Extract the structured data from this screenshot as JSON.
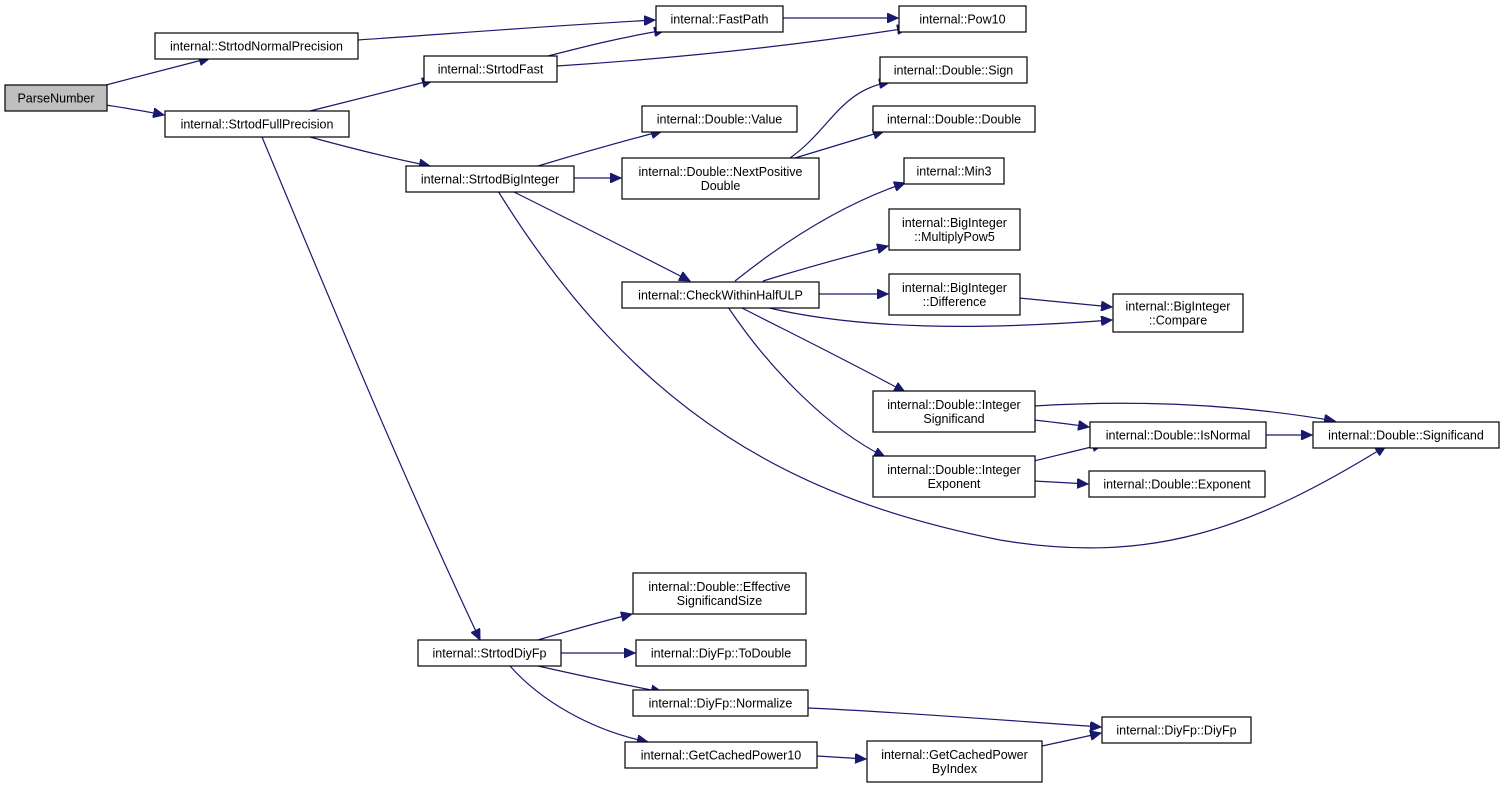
{
  "colors": {
    "edge": "#191970",
    "root_fill": "#bfbfbf",
    "node_fill": "#ffffff",
    "node_border": "#000000"
  },
  "nodes": [
    {
      "id": "parse-number",
      "lines": [
        "ParseNumber"
      ],
      "root": true
    },
    {
      "id": "strtod-normal-precision",
      "lines": [
        "internal::StrtodNormalPrecision"
      ]
    },
    {
      "id": "strtod-full-precision",
      "lines": [
        "internal::StrtodFullPrecision"
      ]
    },
    {
      "id": "fast-path",
      "lines": [
        "internal::FastPath"
      ]
    },
    {
      "id": "pow10",
      "lines": [
        "internal::Pow10"
      ]
    },
    {
      "id": "strtod-fast",
      "lines": [
        "internal::StrtodFast"
      ]
    },
    {
      "id": "strtod-big-integer",
      "lines": [
        "internal::StrtodBigInteger"
      ]
    },
    {
      "id": "double-value",
      "lines": [
        "internal::Double::Value"
      ]
    },
    {
      "id": "double-next-positive-double",
      "lines": [
        "internal::Double::NextPositive",
        "Double"
      ]
    },
    {
      "id": "double-sign",
      "lines": [
        "internal::Double::Sign"
      ]
    },
    {
      "id": "double-double",
      "lines": [
        "internal::Double::Double"
      ]
    },
    {
      "id": "min3",
      "lines": [
        "internal::Min3"
      ]
    },
    {
      "id": "biginteger-multiply-pow5",
      "lines": [
        "internal::BigInteger",
        "::MultiplyPow5"
      ]
    },
    {
      "id": "check-within-half-ulp",
      "lines": [
        "internal::CheckWithinHalfULP"
      ]
    },
    {
      "id": "biginteger-difference",
      "lines": [
        "internal::BigInteger",
        "::Difference"
      ]
    },
    {
      "id": "biginteger-compare",
      "lines": [
        "internal::BigInteger",
        "::Compare"
      ]
    },
    {
      "id": "double-integer-significand",
      "lines": [
        "internal::Double::Integer",
        "Significand"
      ]
    },
    {
      "id": "double-is-normal",
      "lines": [
        "internal::Double::IsNormal"
      ]
    },
    {
      "id": "double-significand",
      "lines": [
        "internal::Double::Significand"
      ]
    },
    {
      "id": "double-integer-exponent",
      "lines": [
        "internal::Double::Integer",
        "Exponent"
      ]
    },
    {
      "id": "double-exponent",
      "lines": [
        "internal::Double::Exponent"
      ]
    },
    {
      "id": "double-effective-significand-size",
      "lines": [
        "internal::Double::Effective",
        "SignificandSize"
      ]
    },
    {
      "id": "strtod-diy-fp",
      "lines": [
        "internal::StrtodDiyFp"
      ]
    },
    {
      "id": "diyfp-to-double",
      "lines": [
        "internal::DiyFp::ToDouble"
      ]
    },
    {
      "id": "diyfp-normalize",
      "lines": [
        "internal::DiyFp::Normalize"
      ]
    },
    {
      "id": "diyfp-diyfp",
      "lines": [
        "internal::DiyFp::DiyFp"
      ]
    },
    {
      "id": "get-cached-power10",
      "lines": [
        "internal::GetCachedPower10"
      ]
    },
    {
      "id": "get-cached-power-by-index",
      "lines": [
        "internal::GetCachedPower",
        "ByIndex"
      ]
    }
  ],
  "edges": [
    [
      "parse-number",
      "strtod-normal-precision"
    ],
    [
      "parse-number",
      "strtod-full-precision"
    ],
    [
      "strtod-normal-precision",
      "fast-path"
    ],
    [
      "fast-path",
      "pow10"
    ],
    [
      "strtod-full-precision",
      "strtod-fast"
    ],
    [
      "strtod-full-precision",
      "strtod-big-integer"
    ],
    [
      "strtod-full-precision",
      "strtod-diy-fp"
    ],
    [
      "strtod-fast",
      "fast-path"
    ],
    [
      "strtod-fast",
      "pow10"
    ],
    [
      "strtod-big-integer",
      "double-value"
    ],
    [
      "strtod-big-integer",
      "double-next-positive-double"
    ],
    [
      "strtod-big-integer",
      "check-within-half-ulp"
    ],
    [
      "strtod-big-integer",
      "double-significand"
    ],
    [
      "double-next-positive-double",
      "double-sign"
    ],
    [
      "double-next-positive-double",
      "double-double"
    ],
    [
      "check-within-half-ulp",
      "min3"
    ],
    [
      "check-within-half-ulp",
      "biginteger-multiply-pow5"
    ],
    [
      "check-within-half-ulp",
      "biginteger-difference"
    ],
    [
      "check-within-half-ulp",
      "biginteger-compare"
    ],
    [
      "check-within-half-ulp",
      "double-integer-significand"
    ],
    [
      "check-within-half-ulp",
      "double-integer-exponent"
    ],
    [
      "biginteger-difference",
      "biginteger-compare"
    ],
    [
      "double-integer-significand",
      "double-significand"
    ],
    [
      "double-integer-significand",
      "double-is-normal"
    ],
    [
      "double-integer-exponent",
      "double-is-normal"
    ],
    [
      "double-integer-exponent",
      "double-exponent"
    ],
    [
      "double-is-normal",
      "double-significand"
    ],
    [
      "strtod-diy-fp",
      "double-effective-significand-size"
    ],
    [
      "strtod-diy-fp",
      "diyfp-to-double"
    ],
    [
      "strtod-diy-fp",
      "diyfp-normalize"
    ],
    [
      "strtod-diy-fp",
      "get-cached-power10"
    ],
    [
      "diyfp-normalize",
      "diyfp-diyfp"
    ],
    [
      "get-cached-power10",
      "get-cached-power-by-index"
    ],
    [
      "get-cached-power-by-index",
      "diyfp-diyfp"
    ]
  ]
}
